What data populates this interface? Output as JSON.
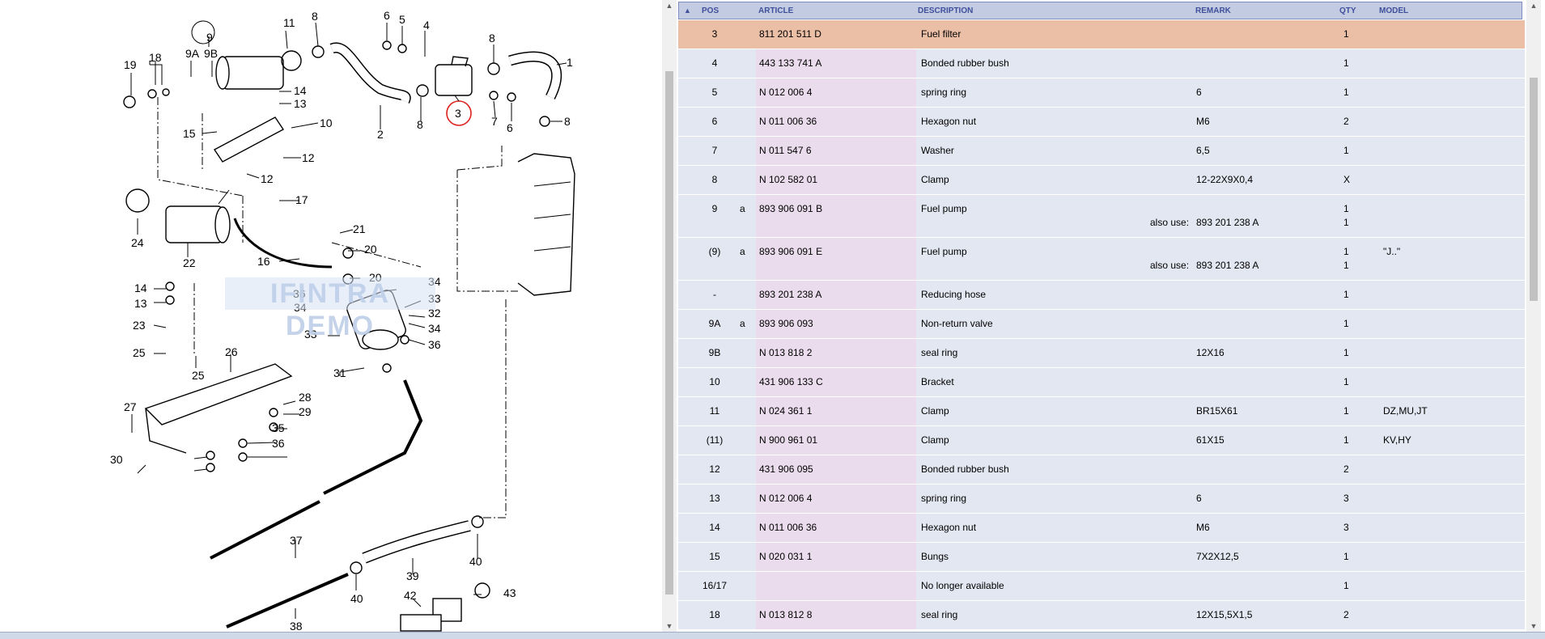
{
  "diagram": {
    "watermark": "IFINTRA DEMO",
    "callouts": [
      "1",
      "2",
      "3",
      "4",
      "5",
      "6",
      "6",
      "7",
      "8",
      "8",
      "8",
      "8",
      "9",
      "9A",
      "9B",
      "10",
      "11",
      "12",
      "12",
      "13",
      "13",
      "14",
      "14",
      "15",
      "16",
      "17",
      "18",
      "19",
      "20",
      "20",
      "21",
      "22",
      "23",
      "24",
      "25",
      "25",
      "26",
      "27",
      "28",
      "29",
      "30",
      "31",
      "32",
      "33",
      "33",
      "34",
      "34",
      "34",
      "35",
      "36",
      "36",
      "37",
      "38",
      "39",
      "40",
      "40",
      "42",
      "43"
    ],
    "highlight_color": "#e0201c"
  },
  "table": {
    "headers": {
      "pos": "POS",
      "article": "ARTICLE",
      "description": "DESCRIPTION",
      "remark": "REMARK",
      "qty": "QTY",
      "model": "MODEL"
    },
    "rows": [
      {
        "pos": "3",
        "flag": "",
        "article": "811 201 511 D",
        "description": "Fuel filter",
        "remark": "",
        "qty": "1",
        "model": "",
        "selected": true
      },
      {
        "pos": "4",
        "flag": "",
        "article": "443 133 741 A",
        "description": "Bonded rubber bush",
        "remark": "",
        "qty": "1",
        "model": ""
      },
      {
        "pos": "5",
        "flag": "",
        "article": "N   012 006 4",
        "description": "spring ring",
        "remark": "6",
        "qty": "1",
        "model": ""
      },
      {
        "pos": "6",
        "flag": "",
        "article": "N   011 006 36",
        "description": "Hexagon nut",
        "remark": "M6",
        "qty": "2",
        "model": ""
      },
      {
        "pos": "7",
        "flag": "",
        "article": "N   011 547 6",
        "description": "Washer",
        "remark": "6,5",
        "qty": "1",
        "model": ""
      },
      {
        "pos": "8",
        "flag": "",
        "article": "N   102 582 01",
        "description": "Clamp",
        "remark": "12-22X9X0,4",
        "qty": "X",
        "model": ""
      },
      {
        "pos": "9",
        "flag": "a",
        "article": "893 906 091 B",
        "description": "Fuel pump",
        "remark": "",
        "qty": "1",
        "model": "",
        "also_label": "also use:",
        "also_article": "893 201 238 A",
        "also_qty": "1"
      },
      {
        "pos": "(9)",
        "flag": "a",
        "article": "893 906 091 E",
        "description": "Fuel pump",
        "remark": "",
        "qty": "1",
        "model": "\"J..\"",
        "also_label": "also use:",
        "also_article": "893 201 238 A",
        "also_qty": "1"
      },
      {
        "pos": "-",
        "flag": "",
        "article": "893 201 238 A",
        "description": "Reducing hose",
        "remark": "",
        "qty": "1",
        "model": ""
      },
      {
        "pos": "9A",
        "flag": "a",
        "article": "893 906 093",
        "description": "Non-return valve",
        "remark": "",
        "qty": "1",
        "model": ""
      },
      {
        "pos": "9B",
        "flag": "",
        "article": "N   013 818 2",
        "description": "seal ring",
        "remark": "12X16",
        "qty": "1",
        "model": ""
      },
      {
        "pos": "10",
        "flag": "",
        "article": "431 906 133 C",
        "description": "Bracket",
        "remark": "",
        "qty": "1",
        "model": ""
      },
      {
        "pos": "11",
        "flag": "",
        "article": "N   024 361 1",
        "description": "Clamp",
        "remark": "BR15X61",
        "qty": "1",
        "model": "DZ,MU,JT"
      },
      {
        "pos": "(11)",
        "flag": "",
        "article": "N   900 961 01",
        "description": "Clamp",
        "remark": "61X15",
        "qty": "1",
        "model": "KV,HY"
      },
      {
        "pos": "12",
        "flag": "",
        "article": "431 906 095",
        "description": "Bonded rubber bush",
        "remark": "",
        "qty": "2",
        "model": ""
      },
      {
        "pos": "13",
        "flag": "",
        "article": "N   012 006 4",
        "description": "spring ring",
        "remark": "6",
        "qty": "3",
        "model": ""
      },
      {
        "pos": "14",
        "flag": "",
        "article": "N   011 006 36",
        "description": "Hexagon nut",
        "remark": "M6",
        "qty": "3",
        "model": ""
      },
      {
        "pos": "15",
        "flag": "",
        "article": "N   020 031 1",
        "description": "Bungs",
        "remark": "7X2X12,5",
        "qty": "1",
        "model": ""
      },
      {
        "pos": "16/17",
        "flag": "",
        "article": "",
        "description": "No longer available",
        "remark": "",
        "qty": "1",
        "model": ""
      },
      {
        "pos": "18",
        "flag": "",
        "article": "N   013 812 8",
        "description": "seal ring",
        "remark": "12X15,5X1,5",
        "qty": "2",
        "model": ""
      }
    ]
  },
  "colors": {
    "header_bg": "#c3cbe3",
    "header_text": "#3f4f9a",
    "row_bg": "#e3e7f1",
    "article_bg": "#eadcec",
    "selected_bg": "#ebbea6"
  }
}
